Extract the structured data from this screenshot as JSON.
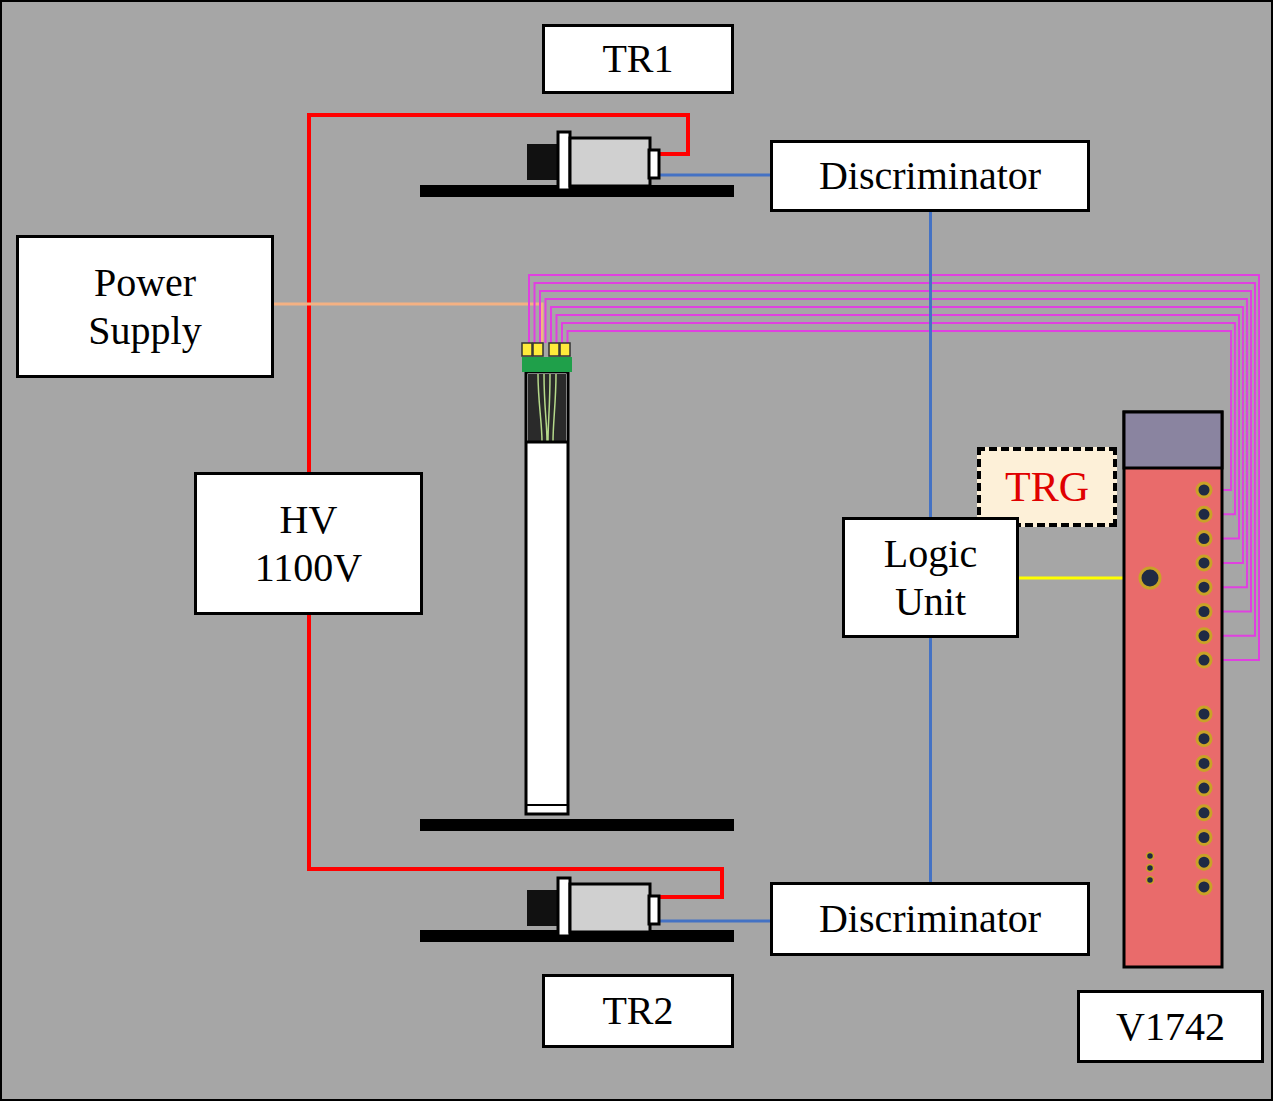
{
  "diagram": {
    "nodes": [
      {
        "text": [
          "TR1"
        ]
      },
      {
        "text": [
          "Discriminator"
        ]
      },
      {
        "text": [
          "Power Supply"
        ]
      },
      {
        "text": [
          "HV 1100V"
        ]
      },
      {
        "text": [
          "TRG"
        ]
      },
      {
        "text": [
          "Logic Unit"
        ]
      },
      {
        "text": [
          "Discriminator"
        ]
      },
      {
        "text": [
          "TR2"
        ]
      },
      {
        "text": [
          "V1742"
        ]
      }
    ],
    "edges": [
      {
        "from": 1,
        "to": 5,
        "arrow": "none"
      },
      {
        "from": 5,
        "to": 6,
        "arrow": "none"
      }
    ]
  }
}
